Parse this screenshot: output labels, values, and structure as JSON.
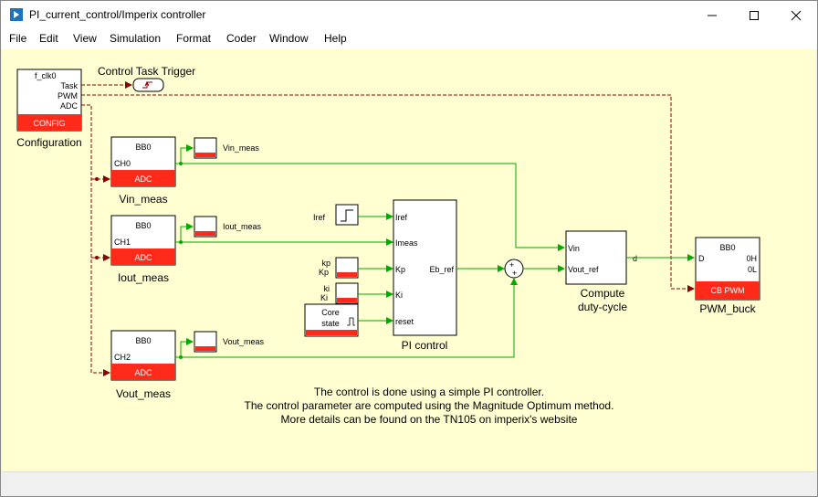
{
  "window": {
    "title": "PI_current_control/Imperix controller"
  },
  "menu": [
    "File",
    "Edit",
    "View",
    "Simulation",
    "Format",
    "Coder",
    "Window",
    "Help"
  ],
  "config_block": {
    "clk": "f_clk0",
    "ports": [
      "Task",
      "PWM",
      "ADC"
    ],
    "badge": "CONFIG",
    "label": "Configuration"
  },
  "trigger": {
    "label": "Control Task Trigger"
  },
  "adc_blocks": [
    {
      "board": "BB0",
      "channel": "CH0",
      "badge": "ADC",
      "label": "Vin_meas",
      "scope": "Vin_meas"
    },
    {
      "board": "BB0",
      "channel": "CH1",
      "badge": "ADC",
      "label": "Iout_meas",
      "scope": "Iout_meas"
    },
    {
      "board": "BB0",
      "channel": "CH2",
      "badge": "ADC",
      "label": "Vout_meas",
      "scope": "Vout_meas"
    }
  ],
  "pi_block": {
    "label": "PI control",
    "inputs": [
      "Iref",
      "Imeas",
      "Kp",
      "Ki",
      "reset"
    ],
    "output": "Eb_ref"
  },
  "sources": {
    "iref": "Iref",
    "kp_top": "kp",
    "kp_bottom": "Kp",
    "ki_top": "ki",
    "ki_bottom": "Ki",
    "core_top": "Core",
    "core_bottom": "state"
  },
  "sum": {
    "signs": [
      "+",
      "+"
    ]
  },
  "duty_block": {
    "inputs": [
      "Vin",
      "Vout_ref"
    ],
    "output": "d",
    "label_line1": "Compute",
    "label_line2": "duty-cycle"
  },
  "pwm_block": {
    "board": "BB0",
    "input": "D",
    "outputs": [
      "0H",
      "0L"
    ],
    "badge": "CB PWM",
    "label": "PWM_buck"
  },
  "annotation": [
    "The control is done using a simple PI controller.",
    "The control parameter are computed using the Magnitude Optimum method.",
    "More details can be found on the TN105 on imperix's website"
  ],
  "colors": {
    "canvas": "#ffffd2",
    "red": "#ff2a1a",
    "green": "#00aa00",
    "darkred": "#8b0000"
  }
}
